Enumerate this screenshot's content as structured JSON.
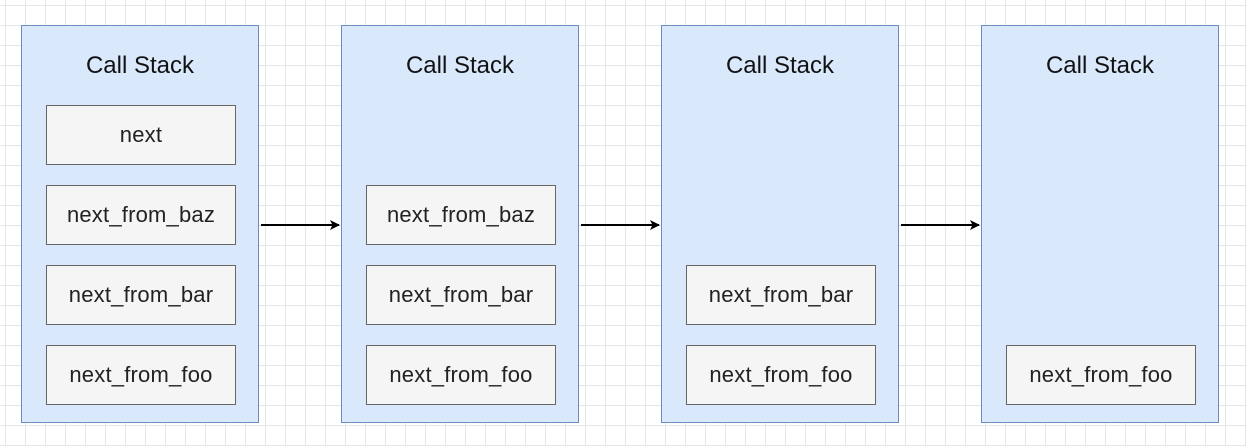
{
  "stacks": [
    {
      "title": "Call Stack",
      "frames": [
        "next",
        "next_from_baz",
        "next_from_bar",
        "next_from_foo"
      ]
    },
    {
      "title": "Call Stack",
      "frames": [
        "next_from_baz",
        "next_from_bar",
        "next_from_foo"
      ]
    },
    {
      "title": "Call Stack",
      "frames": [
        "next_from_bar",
        "next_from_foo"
      ]
    },
    {
      "title": "Call Stack",
      "frames": [
        "next_from_foo"
      ]
    }
  ],
  "colors": {
    "stack_fill": "#dae8fc",
    "stack_border": "#6c8ebf",
    "frame_fill": "#f5f5f5",
    "frame_border": "#666666",
    "arrow": "#000000"
  }
}
